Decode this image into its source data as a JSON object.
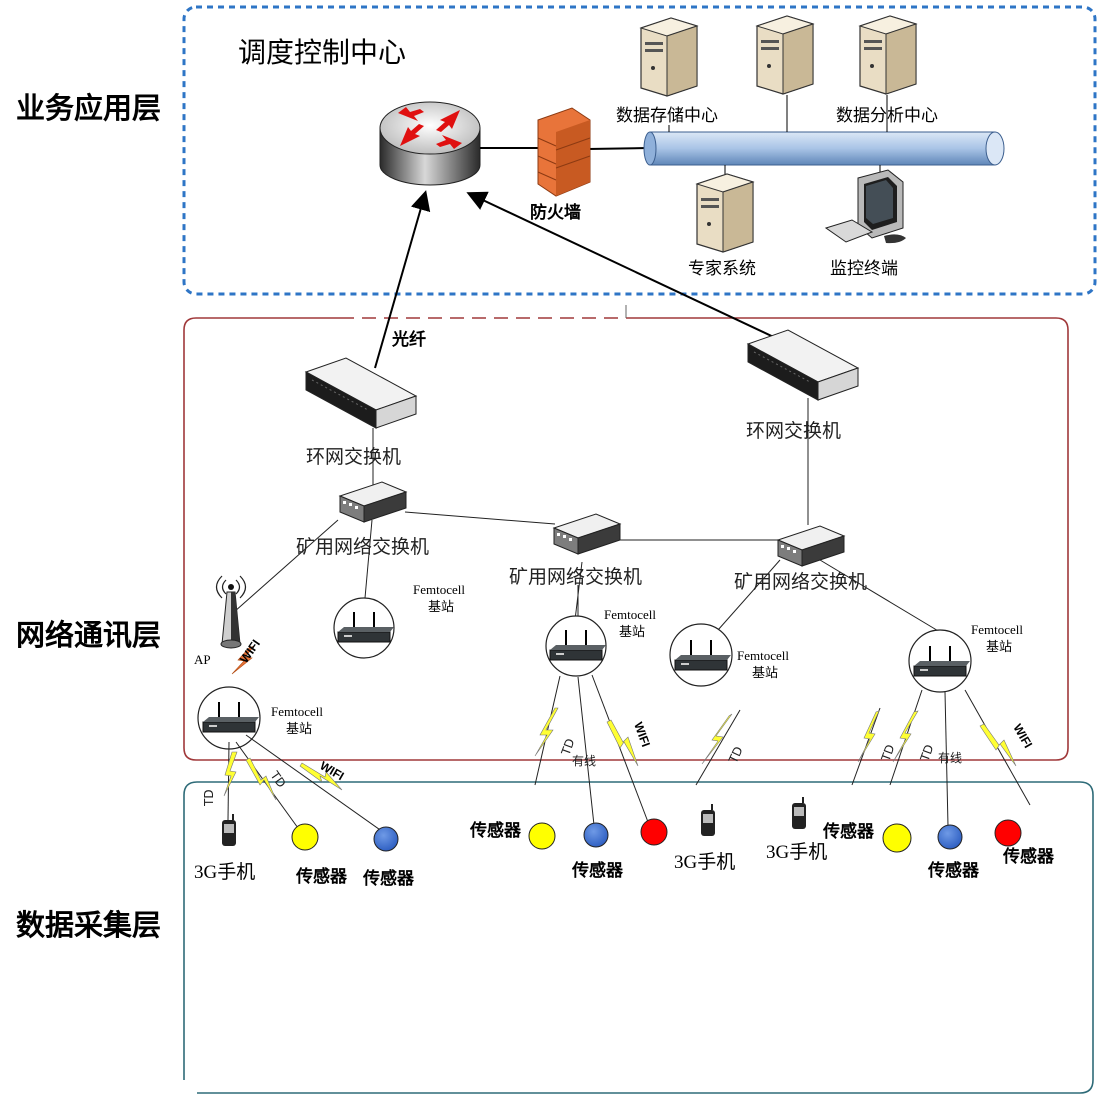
{
  "layers": {
    "application": "业务应用层",
    "network": "网络通讯层",
    "collection": "数据采集层"
  },
  "dispatch_center": "调度控制中心",
  "firewall": "防火墙",
  "servers": {
    "storage": "数据存储中心",
    "analysis": "数据分析中心",
    "expert": "专家系统",
    "monitor": "监控终端"
  },
  "fiber": "光纤",
  "ring_switch": "环网交换机",
  "mine_switch": "矿用网络交换机",
  "femtocell": {
    "name": "Femtocell",
    "station": "基站"
  },
  "ap": "AP",
  "link_labels": {
    "wifi_upper": "WIFI",
    "wifi": "WIFI",
    "td": "TD",
    "wired": "有线"
  },
  "phone": "3G手机",
  "sensor": "传感器",
  "colors": {
    "app_border": "#2e75c6",
    "network_border": "#a0383a",
    "collection_border": "#2e6b78",
    "sensor_yellow": "#ffff00",
    "sensor_blue": "#3a6fcf",
    "sensor_red": "#ff0000",
    "bus_pipe": "#a9c4e6",
    "firewall": "#e8743a",
    "lightning": "#ffff33"
  },
  "icons": [
    "router-icon",
    "firewall-icon",
    "server-icon",
    "monitor-icon",
    "switch-icon",
    "femtocell-icon",
    "ap-antenna-icon",
    "phone-icon",
    "sensor-icon",
    "lightning-icon"
  ]
}
